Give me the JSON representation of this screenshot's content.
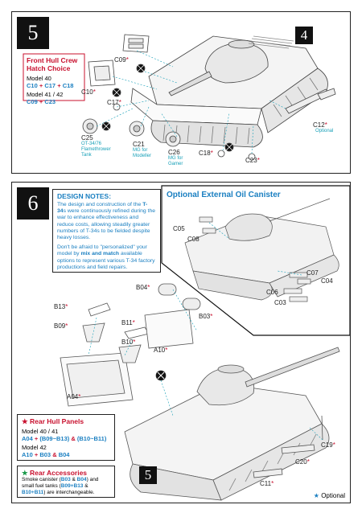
{
  "step5": {
    "number": "5",
    "ref_badge": "4",
    "hatch_box": {
      "title_line1": "Front Hull Crew",
      "title_line2": "Hatch Choice",
      "model_a": "Model 40",
      "parts_a_1": "C10",
      "parts_a_sep1": "+",
      "parts_a_2": "C17",
      "parts_a_sep2": "+",
      "parts_a_3": "C18",
      "model_b": "Model 41 / 42",
      "parts_b_1": "C09",
      "parts_b_sep": "+",
      "parts_b_2": "C23"
    },
    "labels": {
      "c09": "C09",
      "c10": "C10",
      "c17": "C17",
      "c25": "C25",
      "c25_sub1": "OT-34/76",
      "c25_sub2": "Flamethrower",
      "c25_sub3": "Tank",
      "c21": "C21",
      "c21_sub1": "MG for",
      "c21_sub2": "Modeller",
      "c26": "C26",
      "c26_sub1": "MG for",
      "c26_sub2": "Gamer",
      "c18": "C18",
      "c23": "C23",
      "c12": "C12",
      "c12_sub": "Optional"
    }
  },
  "step6": {
    "number": "6",
    "ref_badge": "5",
    "design_notes": {
      "title": "DESIGN NOTES:",
      "para1_pre": "The design and construction of the ",
      "para1_bold": "T-34",
      "para1_post": "s were continuously refined during the war to enhance effectiveness and reduce costs, allowing steadily greater numbers of T-34s to be fielded despite heavy losses.",
      "para2_pre": "Don't be afraid to \"personalized\" your model by ",
      "para2_bold": "mix and match",
      "para2_post": " available options to represent various T-34 factory productions and field repairs."
    },
    "oil_canister_title": "Optional External Oil Canister",
    "labels": {
      "c05": "C05",
      "c08": "C08",
      "c07": "C07",
      "c04": "C04",
      "c06": "C06",
      "c03": "C03",
      "b04": "B04",
      "b13": "B13",
      "b09": "B09",
      "b11": "B11",
      "b03": "B03",
      "b10": "B10",
      "a10": "A10",
      "a04": "A04",
      "c19": "C19",
      "c20": "C20",
      "c11": "C11"
    },
    "rear_hull": {
      "star": "★",
      "title": "Rear Hull Panels",
      "model_a": "Model 40 / 41",
      "parts_a": "A04",
      "parts_a_plus1": "+",
      "parts_a_2": "(B09~B13)",
      "parts_a_amp": "&",
      "parts_a_3": "(B10~B11)",
      "model_b": "Model 42",
      "parts_b_1": "A10",
      "parts_b_plus": "+",
      "parts_b_2": "B03",
      "parts_b_amp": "&",
      "parts_b_3": "B04"
    },
    "rear_acc": {
      "star": "★",
      "title": "Rear Accessories",
      "text_pre": "Smoke canister (",
      "text_b03": "B03",
      "text_amp": " & ",
      "text_b04": "B04",
      "text_mid": ") and small fuel tanks (",
      "text_g1": "B09+B13",
      "text_amp2": " & ",
      "text_g2": "B10+B11",
      "text_post": ") are interchangeable."
    },
    "footnote_star": "★",
    "footnote": "Optional"
  },
  "colors": {
    "accent_red": "#c8102e",
    "accent_blue": "#1a7fc1",
    "accent_teal": "#18a0b8"
  }
}
